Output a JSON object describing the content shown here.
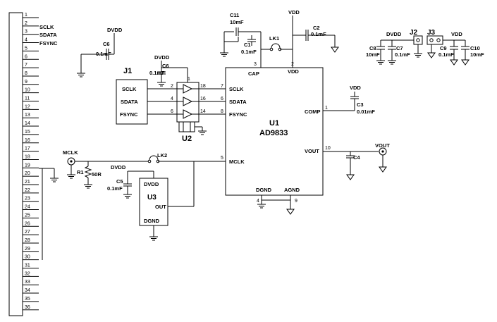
{
  "connector": {
    "pins": [
      "1",
      "2",
      "3",
      "4",
      "5",
      "6",
      "7",
      "8",
      "9",
      "10",
      "11",
      "12",
      "13",
      "14",
      "15",
      "16",
      "17",
      "18",
      "19",
      "20",
      "21",
      "22",
      "23",
      "24",
      "25",
      "26",
      "27",
      "28",
      "29",
      "30",
      "31",
      "32",
      "33",
      "34",
      "35",
      "36"
    ]
  },
  "connector_signals": [
    "SCLK",
    "SDATA",
    "FSYNC"
  ],
  "u1": {
    "ref": "U1",
    "part": "AD9833",
    "pins": {
      "sclk": "SCLK",
      "sdata": "SDATA",
      "fsync": "FSYNC",
      "mclk": "MCLK",
      "cap": "CAP",
      "vdd": "VDD",
      "comp": "COMP",
      "vout": "VOUT",
      "dgnd": "DGND",
      "agnd": "AGND"
    },
    "pin_numbers": {
      "sclk": "7",
      "sdata": "6",
      "fsync": "8",
      "mclk": "5",
      "cap": "3",
      "vdd": "2",
      "comp": "1",
      "vout": "10",
      "dgnd": "4",
      "agnd": "9"
    }
  },
  "j1": {
    "ref": "J1",
    "pins": [
      "SCLK",
      "SDATA",
      "FSYNC"
    ]
  },
  "u2": {
    "ref": "U2",
    "pin_in": [
      "2",
      "4",
      "6"
    ],
    "pin_out": [
      "18",
      "16",
      "14"
    ],
    "pin_top": "1"
  },
  "u3": {
    "ref": "U3",
    "pin_dvdd": "DVDD",
    "pin_out": "OUT",
    "pin_dgnd": "DGND"
  },
  "rails": {
    "dvdd": "DVDD",
    "vdd": "VDD"
  },
  "caps": {
    "c1": {
      "ref": "C1",
      "value": "0.1mF"
    },
    "c2": {
      "ref": "C2",
      "value": "0.1mF"
    },
    "c3": {
      "ref": "C3",
      "value": "0.01mF"
    },
    "c4": {
      "ref": "C4"
    },
    "c5": {
      "ref": "C5",
      "value": "0.1mF"
    },
    "c6a": {
      "ref": "C6",
      "value": "0.1mF"
    },
    "c6b": {
      "ref": "C6",
      "value": "0.1mF"
    },
    "c7": {
      "ref": "C7",
      "value": "0.1mF"
    },
    "c8": {
      "ref": "C8",
      "value": "10mF"
    },
    "c9": {
      "ref": "C9",
      "value": "0.1mF"
    },
    "c10": {
      "ref": "C10",
      "value": "10mF"
    },
    "c11": {
      "ref": "C11",
      "value": "10mF"
    }
  },
  "links": {
    "lk1": "LK1",
    "lk2": "LK2"
  },
  "jumpers": {
    "j2": "J2",
    "j3": "J3"
  },
  "r1": {
    "ref": "R1",
    "value": "50R"
  },
  "connectors": {
    "mclk": "MCLK",
    "vout": "VOUT"
  }
}
